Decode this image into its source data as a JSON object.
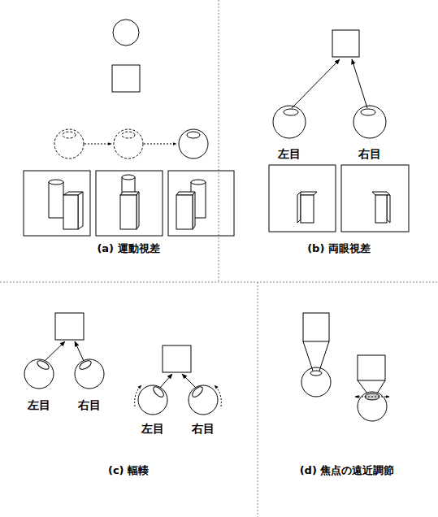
{
  "diagram": {
    "labels": [
      "(a) 運動視差",
      "左目",
      "右目",
      "(b) 両眼視差",
      "左目",
      "右目",
      "左目",
      "右目",
      "(c) 輻輳",
      "(d) 焦点の遠近調節"
    ]
  }
}
